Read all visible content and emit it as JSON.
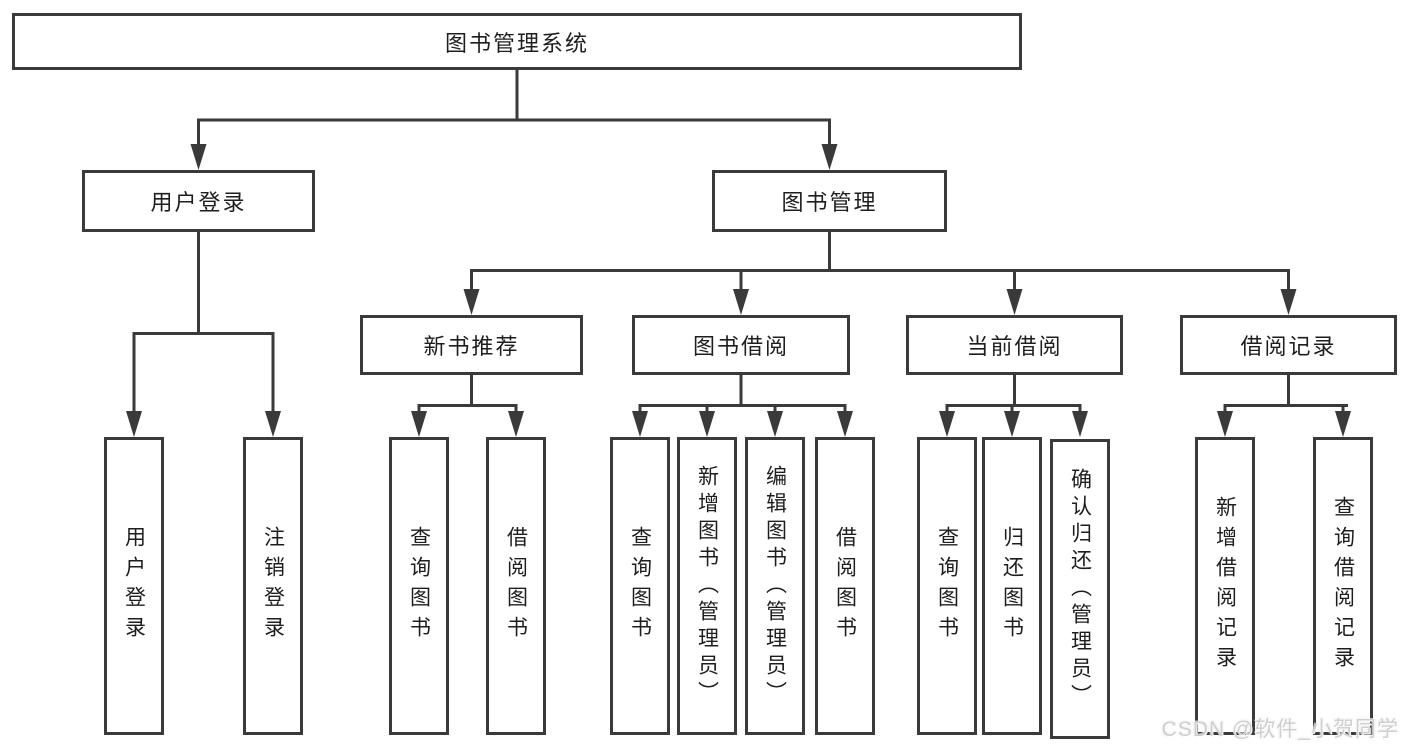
{
  "diagram": {
    "root": {
      "label": "图书管理系统"
    },
    "branches": [
      {
        "label": "用户登录",
        "children": [
          {
            "label": "用户登录"
          },
          {
            "label": "注销登录"
          }
        ]
      },
      {
        "label": "图书管理",
        "children": [
          {
            "label": "新书推荐",
            "children": [
              {
                "label": "查询图书"
              },
              {
                "label": "借阅图书"
              }
            ]
          },
          {
            "label": "图书借阅",
            "children": [
              {
                "label": "查询图书"
              },
              {
                "label": "新增图书（管理员）"
              },
              {
                "label": "编辑图书（管理员）"
              },
              {
                "label": "借阅图书"
              }
            ]
          },
          {
            "label": "当前借阅",
            "children": [
              {
                "label": "查询图书"
              },
              {
                "label": "归还图书"
              },
              {
                "label": "确认归还（管理员）"
              }
            ]
          },
          {
            "label": "借阅记录",
            "children": [
              {
                "label": "新增借阅记录"
              },
              {
                "label": "查询借阅记录"
              }
            ]
          }
        ]
      }
    ]
  },
  "watermark": {
    "text": "CSDN @软件_小贺同学"
  },
  "colors": {
    "line": "#3a3a3a",
    "box_border": "#3a3a3a",
    "text": "#1e1e1e",
    "background": "#ffffff",
    "watermark": "#cfcfcf"
  }
}
